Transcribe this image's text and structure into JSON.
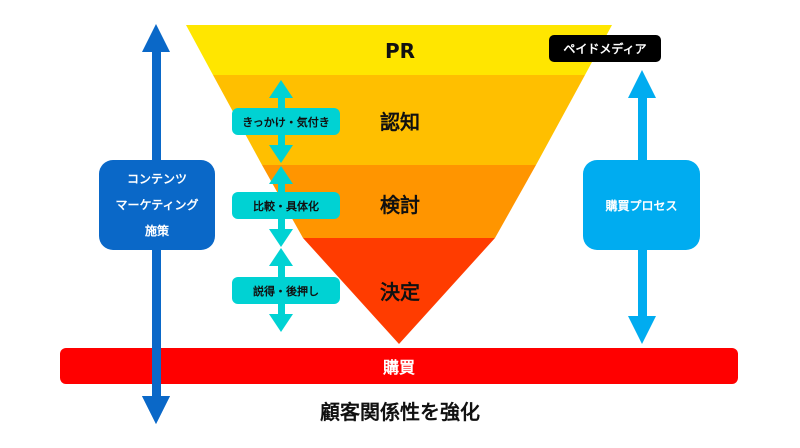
{
  "funnel": {
    "stages": [
      {
        "label": "PR",
        "color": "#ffe600"
      },
      {
        "label": "認知",
        "color": "#ffbf00"
      },
      {
        "label": "検討",
        "color": "#ff9500"
      },
      {
        "label": "決定",
        "color": "#ff3c00"
      }
    ]
  },
  "steps": [
    {
      "label": "きっかけ・気付き"
    },
    {
      "label": "比較・具体化"
    },
    {
      "label": "説得・後押し"
    }
  ],
  "left_box": {
    "lines": [
      "コンテンツ",
      "マーケティング",
      "施策"
    ],
    "color": "#0a68c8"
  },
  "right_box": {
    "label": "購買プロセス",
    "color": "#00acf0"
  },
  "paid_media": {
    "label": "ペイドメディア"
  },
  "purchase_bar": {
    "label": "購買",
    "color": "#ff0000"
  },
  "footer": {
    "label": "顧客関係性を強化"
  },
  "colors": {
    "step_arrow": "#00d2d3"
  }
}
